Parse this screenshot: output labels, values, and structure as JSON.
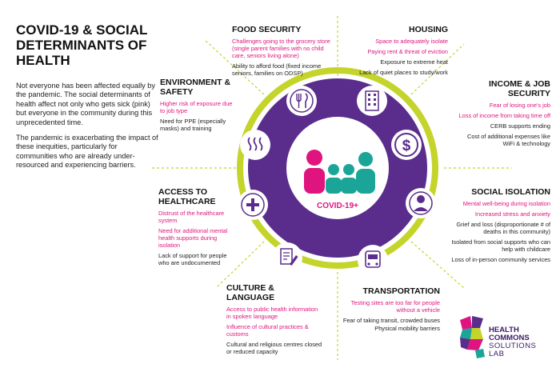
{
  "title": "COVID-19 & SOCIAL DETERMINANTS OF HEALTH",
  "intro": {
    "p1": "Not everyone has been affected equally by the pandemic. The social determinants of health affect not only who gets sick (pink) but everyone in the community during this unprecedented time.",
    "p2": "The pandemic is exacerbating the impact of these inequities, particularly for communities who are already under-resourced and experiencing barriers."
  },
  "center_label": "COVID-19+",
  "colors": {
    "pink": "#e0147f",
    "purple": "#5a2d8c",
    "lime": "#c4d42b",
    "teal": "#1ba598",
    "text": "#222222"
  },
  "sections": {
    "food_security": {
      "title": "FOOD SECURITY",
      "pink": [
        "Challenges going to the grocery store (single parent families with no child care, seniors living alone)"
      ],
      "dark": [
        "Ability to afford food (fixed income seniors, families on ODSP)"
      ],
      "icon": "utensils-icon"
    },
    "housing": {
      "title": "HOUSING",
      "pink": [
        "Space to adequately isolate",
        "Paying rent & threat of eviction"
      ],
      "dark": [
        "Exposure to extreme heat",
        "Lack of quiet places to study/work"
      ],
      "icon": "building-icon"
    },
    "income": {
      "title": "INCOME & JOB SECURITY",
      "pink": [
        "Fear of losing one's job",
        "Loss of income from taking time off"
      ],
      "dark": [
        "CERB supports ending",
        "Cost of additional expenses like WiFi & technology"
      ],
      "icon": "dollar-icon"
    },
    "social_isolation": {
      "title": "SOCIAL ISOLATION",
      "pink": [
        "Mental well-being during isolation",
        "Increased stress and anxiety"
      ],
      "dark": [
        "Grief and loss (disproportionate # of deaths in this community)",
        "Isolated from social supports who can help with childcare",
        "Loss of in-person community services"
      ],
      "icon": "person-icon"
    },
    "transportation": {
      "title": "TRANSPORTATION",
      "pink": [
        "Testing sites are too far for people without a vehicle"
      ],
      "dark": [
        "Fear of taking transit, crowded buses",
        "Physical mobility barriers"
      ],
      "icon": "bus-icon"
    },
    "culture": {
      "title": "CULTURE & LANGUAGE",
      "pink": [
        "Access to public health information in spoken language",
        "Influence of cultural practices & customs"
      ],
      "dark": [
        "Cultural and religious centres closed or reduced capacity"
      ],
      "icon": "document-pen-icon"
    },
    "healthcare": {
      "title": "ACCESS TO HEALTHCARE",
      "pink": [
        "Distrust of the healthcare system",
        "Need for additional mental health supports during isolation"
      ],
      "dark": [
        "Lack of support for people who are undocumented"
      ],
      "icon": "medical-cross-icon"
    },
    "environment": {
      "title": "ENVIRONMENT & SAFETY",
      "pink": [
        "Higher risk of exposure due to job type"
      ],
      "dark": [
        "Need for PPE (especially masks) and training"
      ],
      "icon": "heat-waves-icon"
    }
  },
  "logo": {
    "line1": "HEALTH",
    "line2": "COMMONS",
    "line3": "SOLUTIONS",
    "line4": "LAB"
  }
}
